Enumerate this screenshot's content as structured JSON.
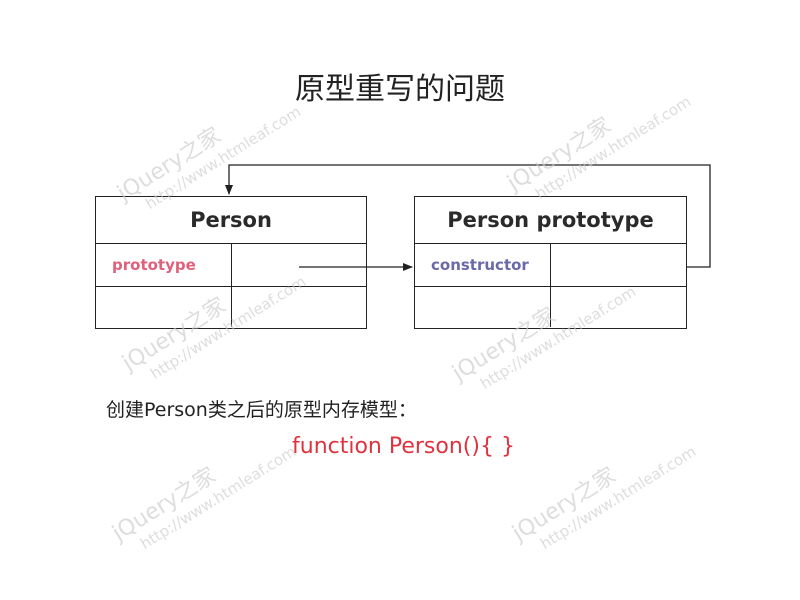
{
  "title": "原型重写的问题",
  "person_box": {
    "header": "Person",
    "row1_label": "prototype",
    "row1_value": "",
    "row2_label": "",
    "row2_value": ""
  },
  "prototype_box": {
    "header": "Person prototype",
    "row1_label": "constructor",
    "row1_value": "",
    "row2_label": "",
    "row2_value": ""
  },
  "description": "创建Person类之后的原型内存模型：",
  "code": "function Person(){ }",
  "watermark": {
    "brand": "jQuery之家",
    "url": "http://www.htmleaf.com"
  },
  "colors": {
    "prototype_label": "#e0607c",
    "constructor_label": "#6a6aa8",
    "code": "#e0333f",
    "lines": "#222222"
  }
}
